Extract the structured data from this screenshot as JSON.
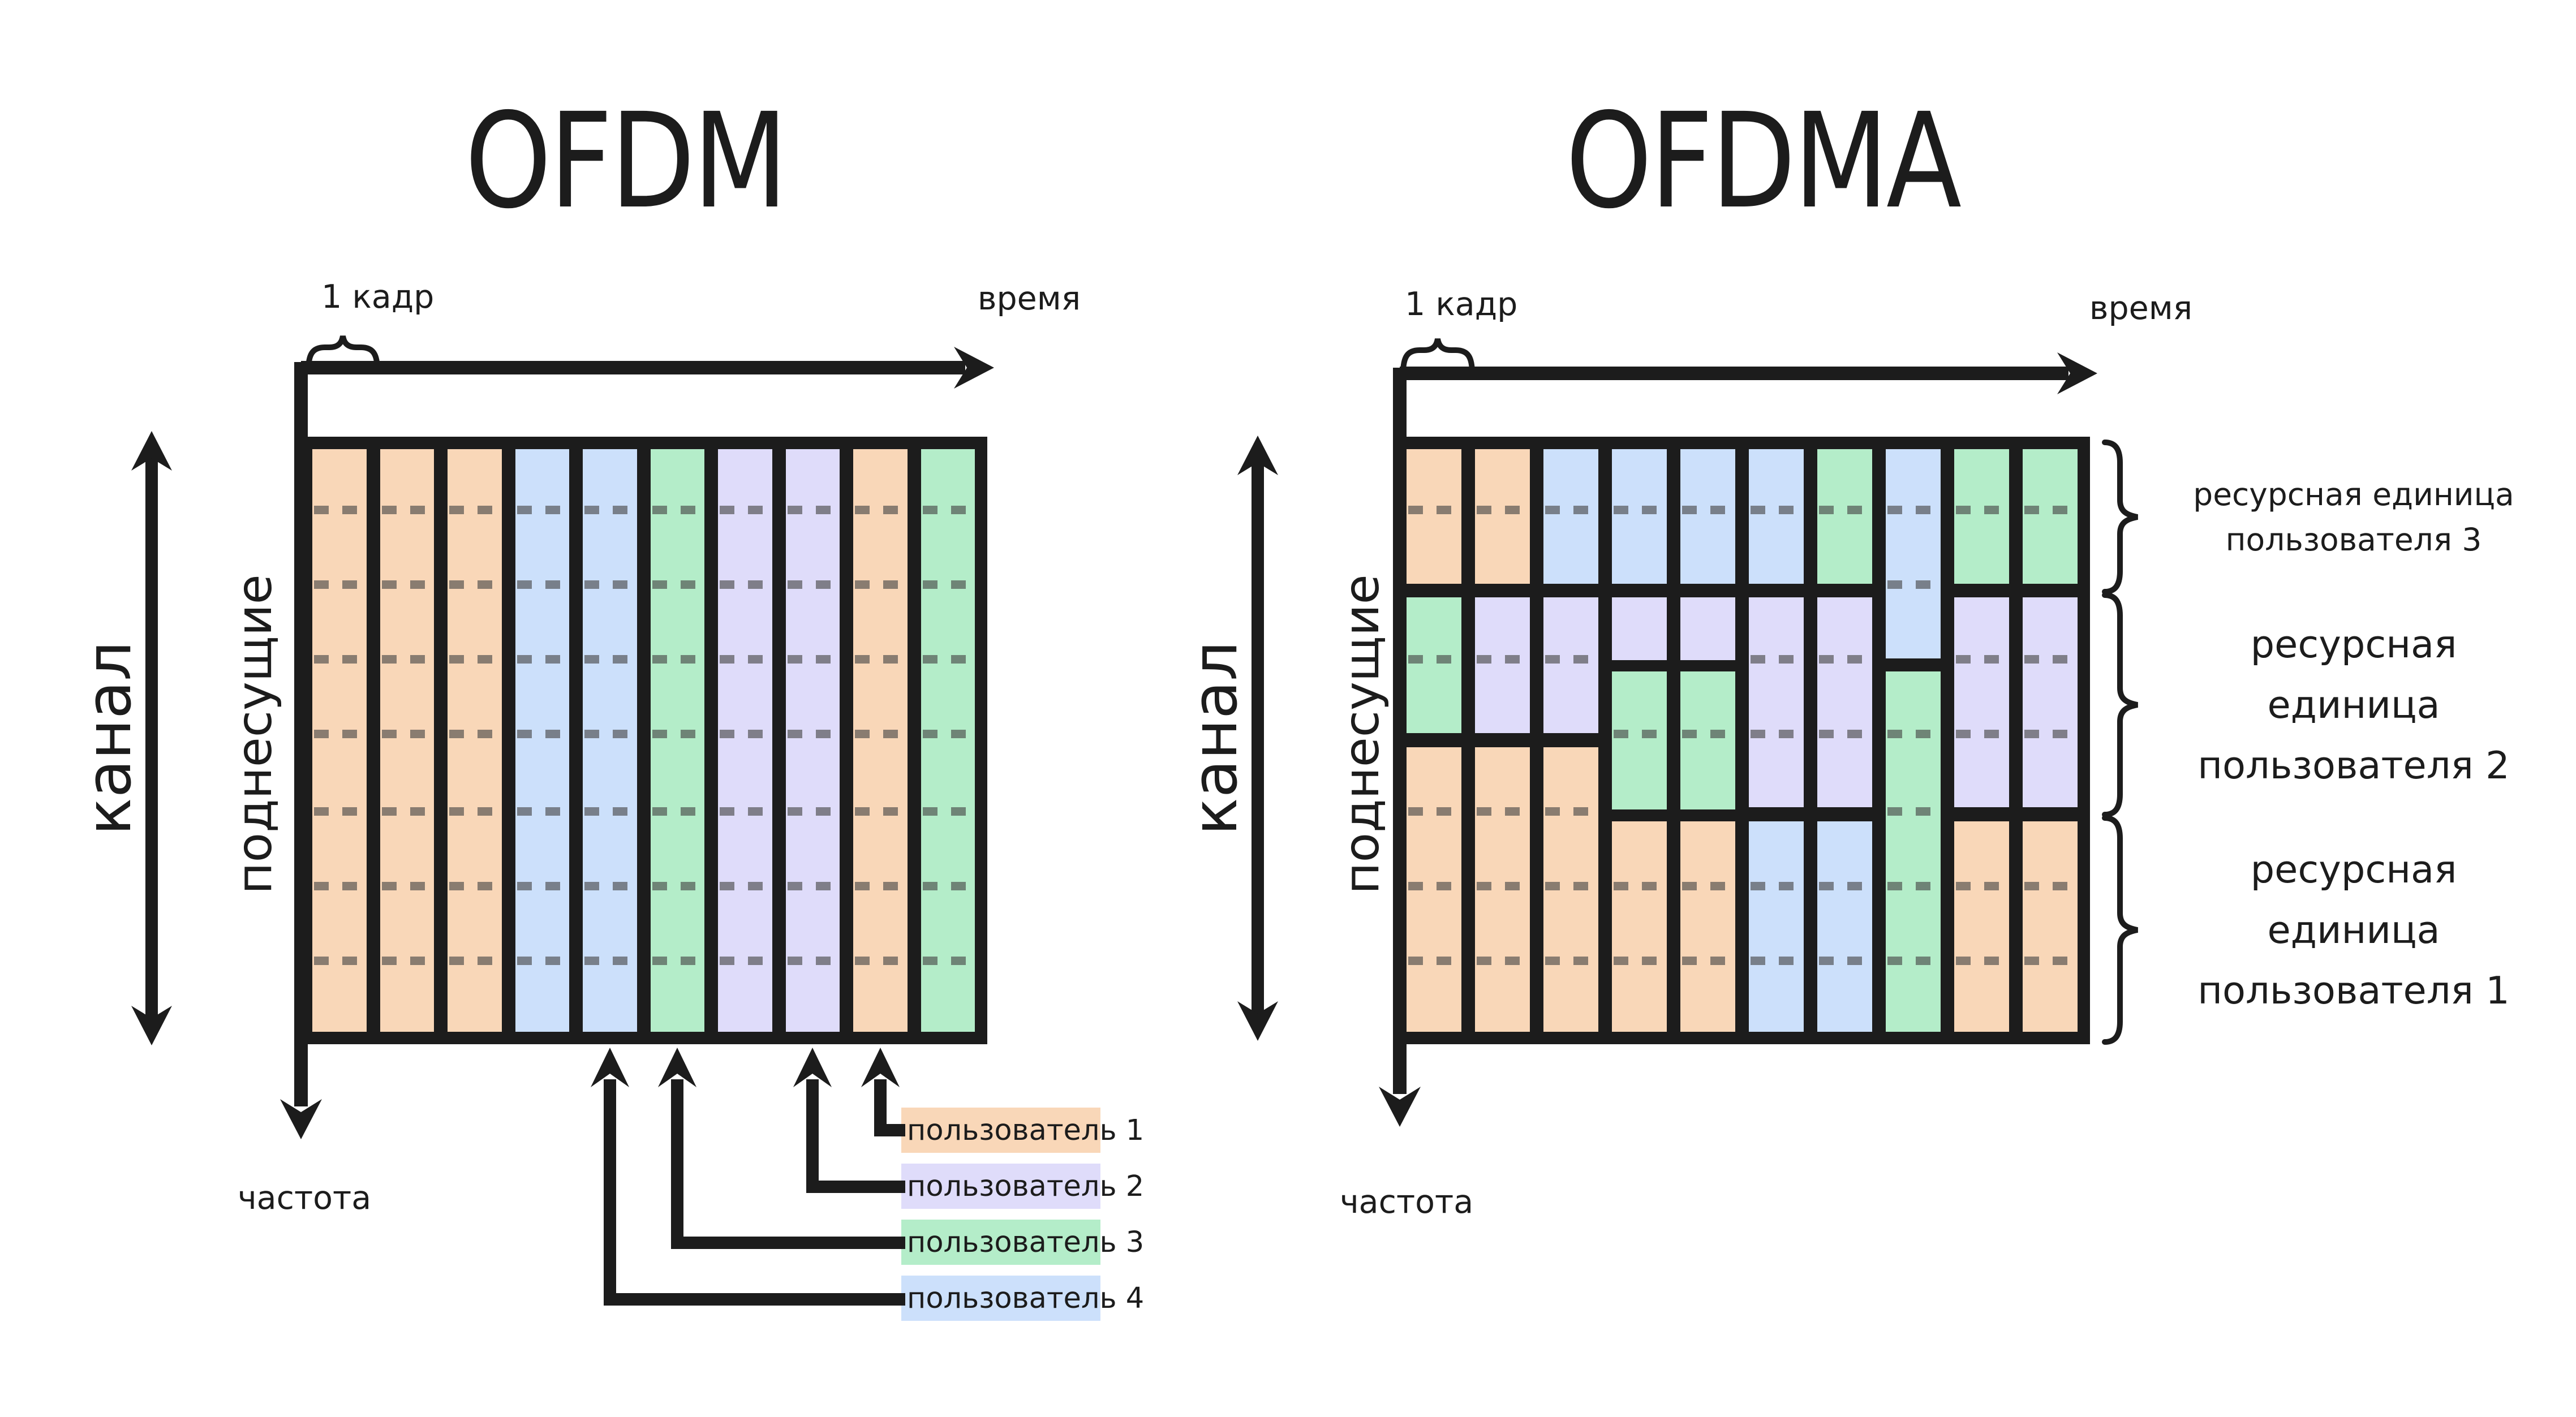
{
  "titles": {
    "left": "OFDM",
    "right": "OFDMA"
  },
  "colors": {
    "black": "#1c1c1c",
    "user1": "#f9d7b8",
    "user2": "#dfdcfa",
    "user3": "#b4edc9",
    "user4": "#cce0fb",
    "dash": "rgba(68,68,68,0.62)"
  },
  "axis_labels": {
    "frame": "1 кадр",
    "time": "время",
    "frequency": "частота",
    "channel": "канал",
    "subcarriers": "поднесущие"
  },
  "legend": [
    {
      "label": "пользователь 1",
      "user": "user1"
    },
    {
      "label": "пользователь 2",
      "user": "user2"
    },
    {
      "label": "пользователь 3",
      "user": "user3"
    },
    {
      "label": "пользователь 4",
      "user": "user4"
    }
  ],
  "ofdm_legend_targets": {
    "user1": 9,
    "user2": 8,
    "user3": 6,
    "user4": 5
  },
  "ofdm_grid": {
    "columns": [
      "user1",
      "user1",
      "user1",
      "user4",
      "user4",
      "user3",
      "user2",
      "user2",
      "user1",
      "user3"
    ]
  },
  "ofdma_grid": {
    "inner_height": 1030,
    "dash_rows": [
      107,
      239,
      371,
      503,
      640,
      772,
      904
    ],
    "columns": [
      [
        {
          "u": "user1",
          "t": 0,
          "b": 238
        },
        {
          "u": "user3",
          "t": 262,
          "b": 502
        },
        {
          "u": "user1",
          "t": 527,
          "b": 1030
        }
      ],
      [
        {
          "u": "user1",
          "t": 0,
          "b": 238
        },
        {
          "u": "user2",
          "t": 262,
          "b": 502
        },
        {
          "u": "user1",
          "t": 527,
          "b": 1030
        }
      ],
      [
        {
          "u": "user4",
          "t": 0,
          "b": 238
        },
        {
          "u": "user2",
          "t": 262,
          "b": 502
        },
        {
          "u": "user1",
          "t": 527,
          "b": 1030
        }
      ],
      [
        {
          "u": "user4",
          "t": 0,
          "b": 238
        },
        {
          "u": "user2",
          "t": 262,
          "b": 373
        },
        {
          "u": "user3",
          "t": 393,
          "b": 637
        },
        {
          "u": "user1",
          "t": 658,
          "b": 1030
        }
      ],
      [
        {
          "u": "user4",
          "t": 0,
          "b": 238
        },
        {
          "u": "user2",
          "t": 262,
          "b": 373
        },
        {
          "u": "user3",
          "t": 393,
          "b": 637
        },
        {
          "u": "user1",
          "t": 658,
          "b": 1030
        }
      ],
      [
        {
          "u": "user4",
          "t": 0,
          "b": 238
        },
        {
          "u": "user2",
          "t": 262,
          "b": 633
        },
        {
          "u": "user4",
          "t": 658,
          "b": 1030
        }
      ],
      [
        {
          "u": "user3",
          "t": 0,
          "b": 238
        },
        {
          "u": "user2",
          "t": 262,
          "b": 633
        },
        {
          "u": "user4",
          "t": 658,
          "b": 1030
        }
      ],
      [
        {
          "u": "user4",
          "t": 0,
          "b": 370
        },
        {
          "u": "user3",
          "t": 393,
          "b": 1030
        }
      ],
      [
        {
          "u": "user3",
          "t": 0,
          "b": 238
        },
        {
          "u": "user2",
          "t": 262,
          "b": 633
        },
        {
          "u": "user1",
          "t": 658,
          "b": 1030
        }
      ],
      [
        {
          "u": "user3",
          "t": 0,
          "b": 238
        },
        {
          "u": "user2",
          "t": 262,
          "b": 633
        },
        {
          "u": "user1",
          "t": 658,
          "b": 1030
        }
      ]
    ]
  },
  "resource_labels": [
    {
      "lines": [
        "ресурсная единица",
        "пользователя 3"
      ],
      "size": "small"
    },
    {
      "lines": [
        "ресурсная",
        "единица",
        "пользователя 2"
      ],
      "size": "large"
    },
    {
      "lines": [
        "ресурсная",
        "единица",
        "пользователя 1"
      ],
      "size": "large"
    }
  ]
}
